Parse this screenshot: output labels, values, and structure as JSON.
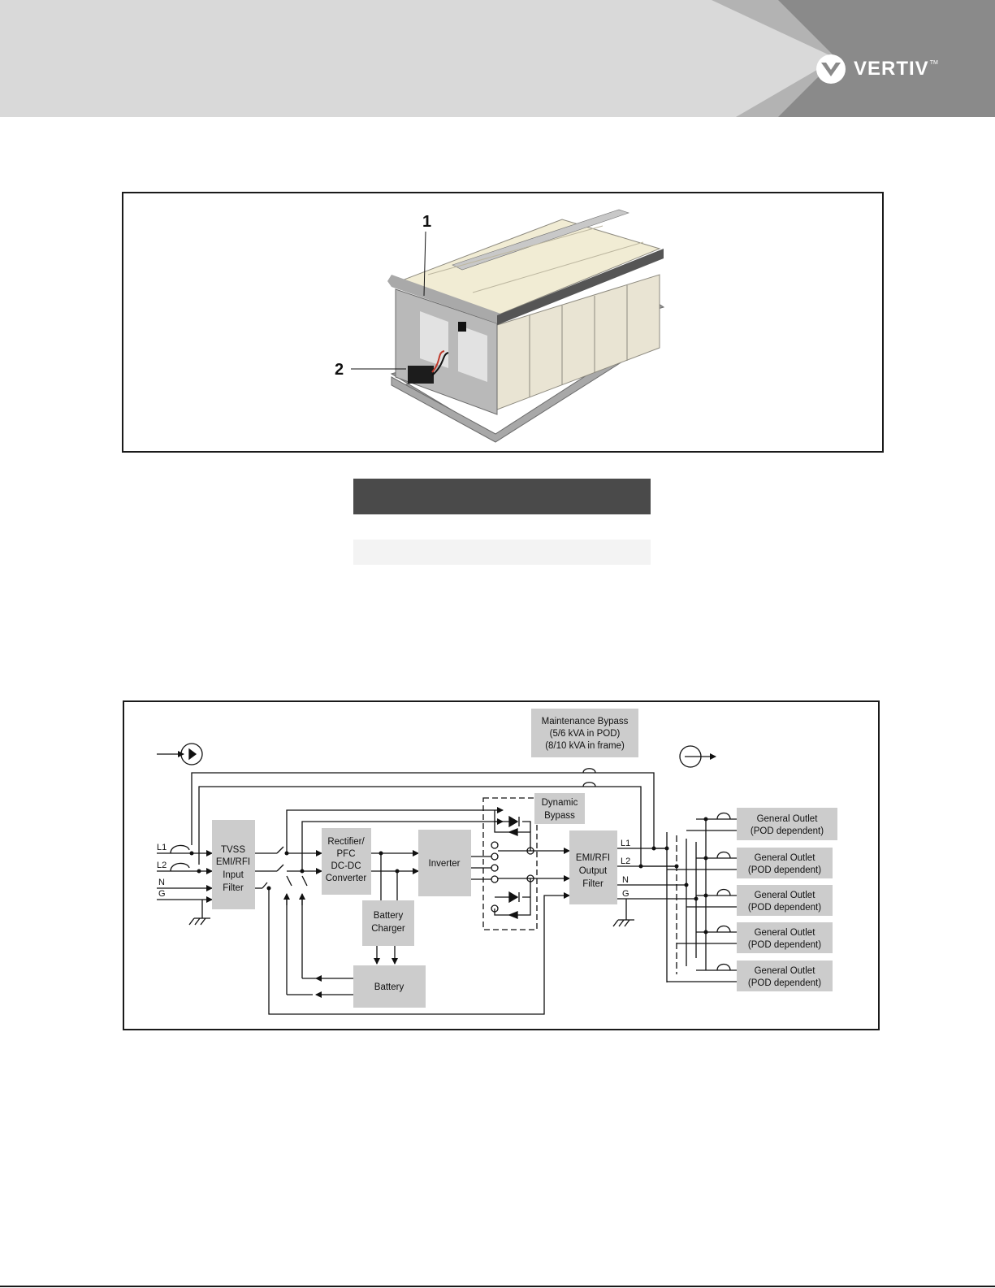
{
  "header": {
    "brand": "VERTIV",
    "trademark": "TM"
  },
  "battery_figure": {
    "callout_1": "1",
    "callout_2": "2"
  },
  "diagram": {
    "maintenance_bypass": [
      "Maintenance Bypass",
      "(5/6 kVA in POD)",
      "(8/10 kVA in frame)"
    ],
    "dynamic_bypass": [
      "Dynamic",
      "Bypass"
    ],
    "input_filter": [
      "TVSS",
      "EMI/RFI",
      "Input",
      "Filter"
    ],
    "rectifier": [
      "Rectifier/",
      "PFC",
      "DC-DC",
      "Converter"
    ],
    "inverter": "Inverter",
    "battery_charger": [
      "Battery",
      "Charger"
    ],
    "battery": "Battery",
    "output_filter": [
      "EMI/RFI",
      "Output",
      "Filter"
    ],
    "input_labels": [
      "L1",
      "L2",
      "N",
      "G"
    ],
    "output_labels": [
      "L1",
      "L2",
      "N",
      "G"
    ],
    "outlets": [
      [
        "General Outlet",
        "(POD dependent)"
      ],
      [
        "General Outlet",
        "(POD dependent)"
      ],
      [
        "General Outlet",
        "(POD dependent)"
      ],
      [
        "General Outlet",
        "(POD dependent)"
      ],
      [
        "General Outlet",
        "(POD dependent)"
      ]
    ]
  },
  "colors": {
    "header_bg": "#d9d9d9",
    "header_tri_mid": "#b3b3b3",
    "header_tri_dark": "#8c8c8c",
    "box_fill": "#cccccc"
  }
}
